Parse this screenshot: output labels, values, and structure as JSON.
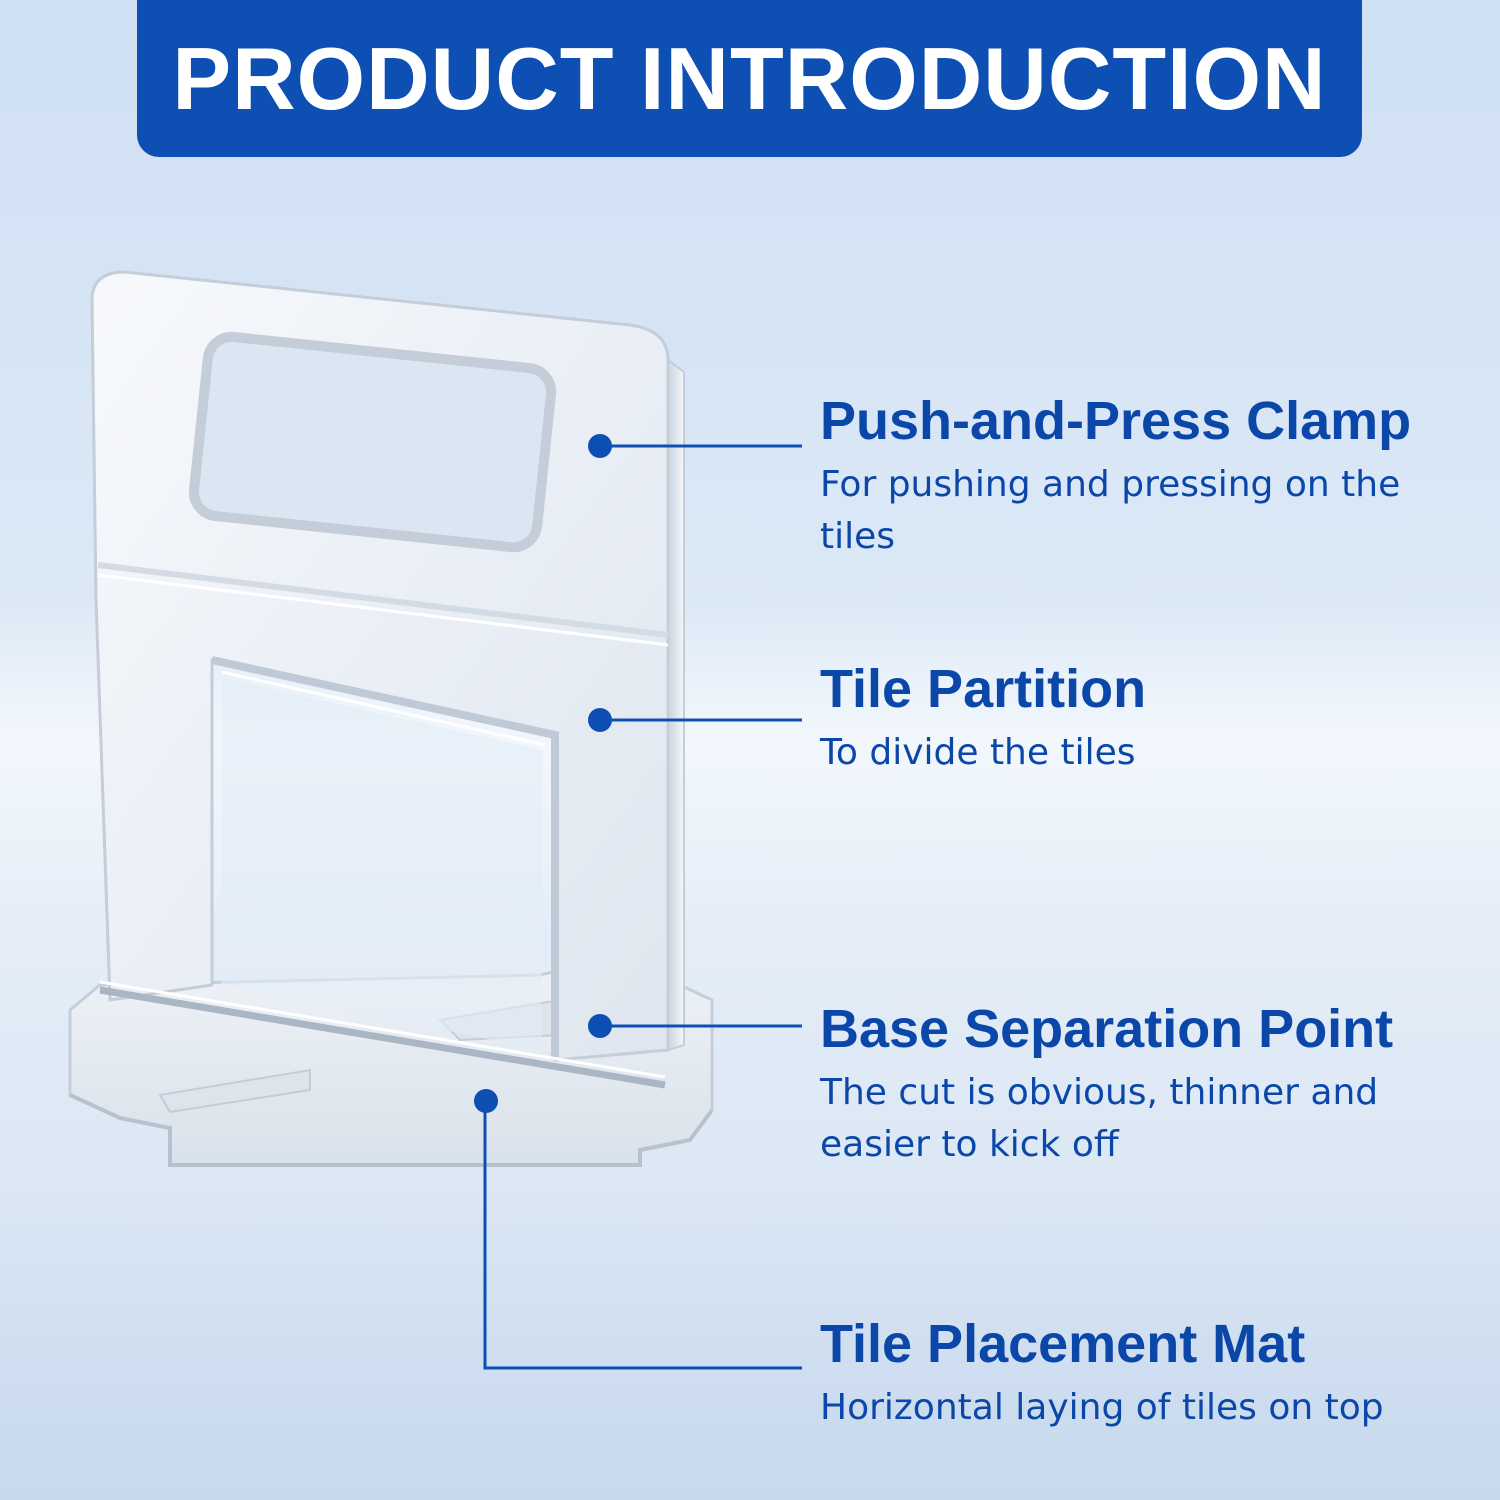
{
  "banner": {
    "title": "PRODUCT INTRODUCTION"
  },
  "colors": {
    "brand_blue": "#0d4fb3",
    "text_blue": "#0b47a8",
    "clip_white": "#eef2f7"
  },
  "product": {
    "icon": "tile-leveling-clip-icon"
  },
  "features": [
    {
      "title": "Push-and-Press Clamp",
      "description": "For pushing and pressing on the tiles"
    },
    {
      "title": "Tile Partition",
      "description": "To divide the tiles"
    },
    {
      "title": "Base Separation Point",
      "description": "The cut is obvious, thinner and easier to kick off"
    },
    {
      "title": "Tile Placement Mat",
      "description": "Horizontal laying of tiles on top"
    }
  ]
}
